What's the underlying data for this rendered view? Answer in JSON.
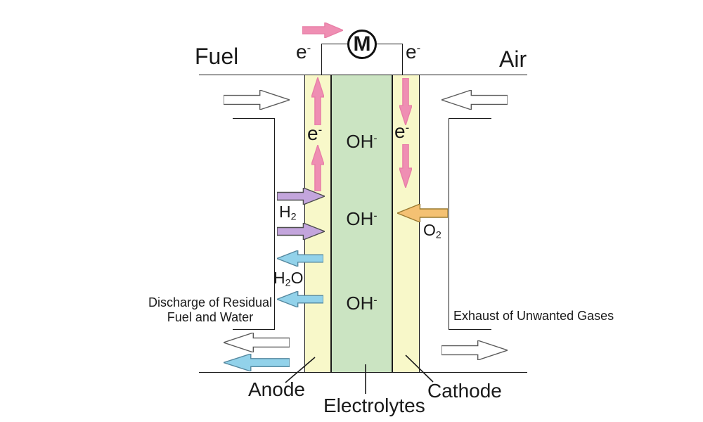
{
  "labels": {
    "fuel": "Fuel",
    "air": "Air",
    "motor": "M",
    "anode": "Anode",
    "cathode": "Cathode",
    "electrolytes": "Electrolytes",
    "discharge_line1": "Discharge of Residual",
    "discharge_line2": "Fuel and Water",
    "exhaust": "Exhaust of Unwanted Gases"
  },
  "formulas": {
    "electron": {
      "base": "e",
      "sup": "-"
    },
    "hydroxide": {
      "base": "OH",
      "sup": "-"
    },
    "hydrogen": {
      "base": "H",
      "sub": "2"
    },
    "water": {
      "p1": "H",
      "sub": "2",
      "p2": "O"
    },
    "oxygen": {
      "base": "O",
      "sub": "2"
    }
  },
  "colors": {
    "pink": "#ef8eb3",
    "pink_edge": "#e87fa6",
    "purple": "#c3a5dc",
    "purple_edge": "#4d4d4d",
    "blue": "#92d2ea",
    "blue_edge": "#55889f",
    "orange": "#f4c173",
    "orange_edge": "#9a7a30",
    "white": "#ffffff",
    "white_edge": "#5a5a5a",
    "anode_fill": "#f8f8c9",
    "cathode_fill": "#f8f8c9",
    "electrolyte_fill": "#cbe4c2",
    "line": "#1a1a1a"
  },
  "arrows": {
    "current-flow": {
      "direction": "right",
      "color": "pink",
      "outline": "pink_edge"
    },
    "fuel-inlet": {
      "direction": "right",
      "color": "white",
      "outline": "white_edge"
    },
    "air-inlet": {
      "direction": "left",
      "color": "white",
      "outline": "white_edge"
    },
    "electron-up-anode-1": {
      "direction": "up",
      "color": "pink",
      "outline": "pink_edge"
    },
    "electron-up-anode-2": {
      "direction": "up",
      "color": "pink",
      "outline": "pink_edge"
    },
    "electron-down-cathode-1": {
      "direction": "down",
      "color": "pink",
      "outline": "pink_edge"
    },
    "electron-down-cathode-2": {
      "direction": "down",
      "color": "pink",
      "outline": "pink_edge"
    },
    "hydrogen-in-1": {
      "direction": "right",
      "color": "purple",
      "outline": "purple_edge"
    },
    "hydrogen-in-2": {
      "direction": "right",
      "color": "purple",
      "outline": "purple_edge"
    },
    "water-out-1": {
      "direction": "left",
      "color": "blue",
      "outline": "blue_edge"
    },
    "water-out-2": {
      "direction": "left",
      "color": "blue",
      "outline": "blue_edge"
    },
    "oxygen-in": {
      "direction": "left",
      "color": "orange",
      "outline": "orange_edge"
    },
    "discharge-out-white": {
      "direction": "left",
      "color": "white",
      "outline": "white_edge"
    },
    "discharge-out-blue": {
      "direction": "left",
      "color": "blue",
      "outline": "blue_edge"
    },
    "exhaust-out": {
      "direction": "right",
      "color": "white",
      "outline": "white_edge"
    }
  }
}
